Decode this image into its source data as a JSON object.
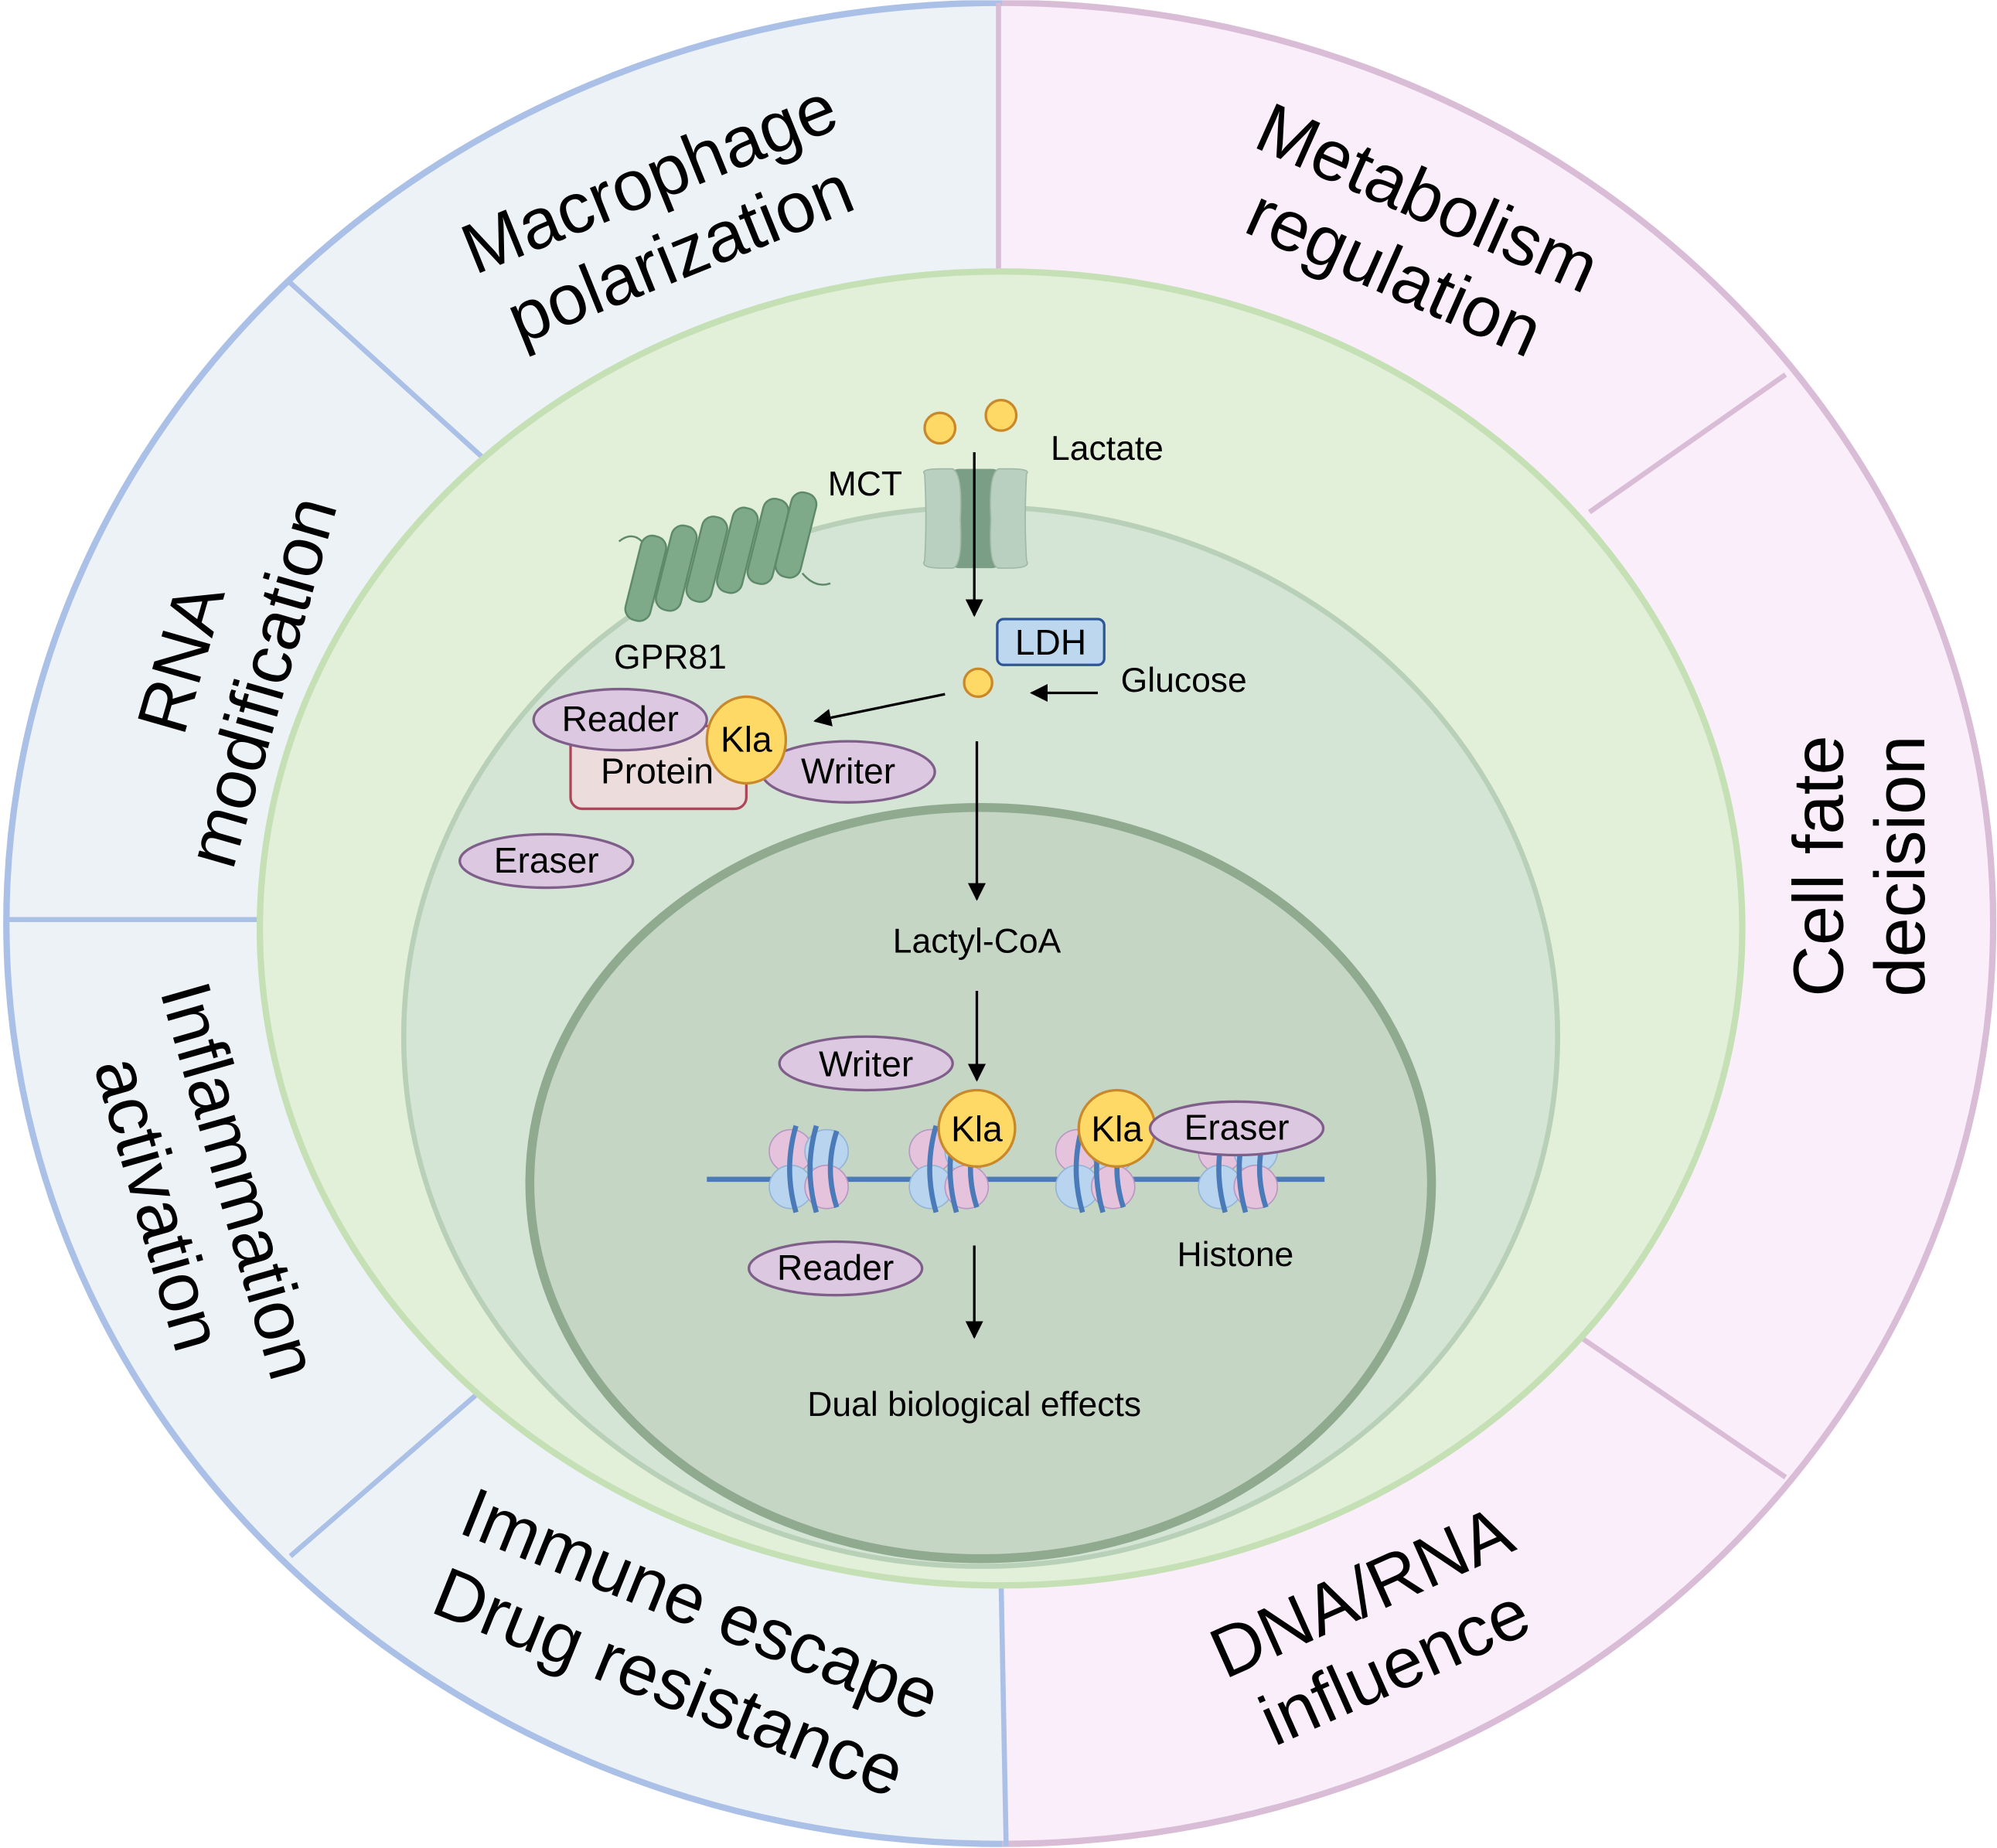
{
  "segments": {
    "macrophage": [
      "Macrophage",
      "polarization"
    ],
    "rna": [
      "RNA",
      "modification"
    ],
    "inflammation": [
      "Inflammation",
      "activation"
    ],
    "immune": [
      "Immune escape",
      "Drug resistance"
    ],
    "metabolism": [
      "Metabolism",
      "regulation"
    ],
    "cellfate": [
      "Cell fate",
      "decision"
    ],
    "dna": [
      "DNA/RNA",
      "influence"
    ]
  },
  "labels": {
    "lactate": "Lactate",
    "mct": "MCT",
    "gpr81": "GPR81",
    "ldh": "LDH",
    "glucose": "Glucose",
    "reader": "Reader",
    "kla": "Kla",
    "protein": "Protein",
    "writer": "Writer",
    "eraser": "Eraser",
    "lactyl_coa": "Lactyl-CoA",
    "histone": "Histone",
    "dual": "Dual biological effects"
  },
  "colors": {
    "left_half": "#edf2f7",
    "right_half": "#fbeefb",
    "ring": "#e2efd9",
    "cell": "#d5e5d5",
    "nucleus": "#c5d6c5",
    "enzyme": "#dcc8e0",
    "kla": "#ffd966",
    "ldh": "#bdd7ee"
  }
}
